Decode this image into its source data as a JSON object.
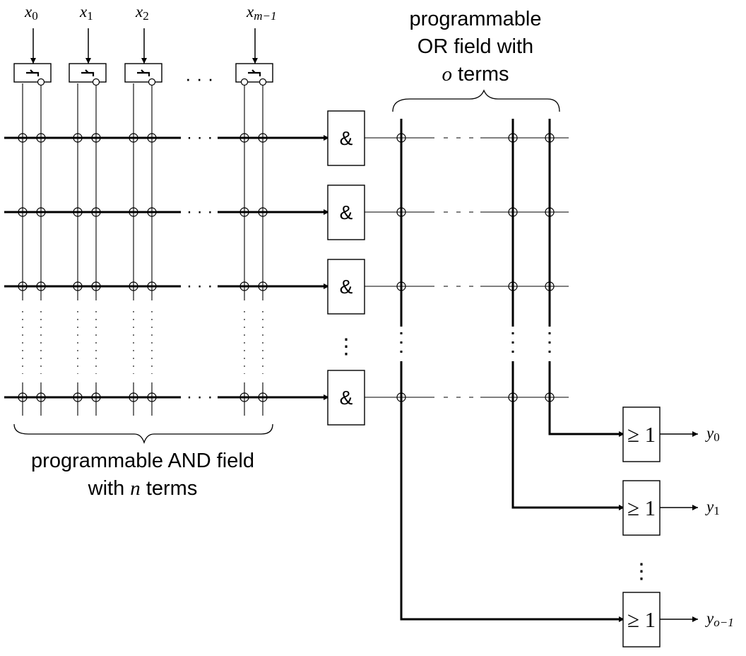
{
  "inputs": [
    {
      "name": "x",
      "sub": "0"
    },
    {
      "name": "x",
      "sub": "1"
    },
    {
      "name": "x",
      "sub": "2"
    },
    {
      "name": "x",
      "sub": "m−1"
    }
  ],
  "outputs": [
    {
      "name": "y",
      "sub": "0"
    },
    {
      "name": "y",
      "sub": "1"
    },
    {
      "name": "y",
      "sub": "o−1"
    }
  ],
  "and_gate_symbol": "&",
  "or_gate_symbol": "≥ 1",
  "or_field_label": {
    "line1": "programmable",
    "line2": "OR field with",
    "line3_var": "o",
    "line3_rest": " terms"
  },
  "and_field_label": {
    "line1": "programmable AND field",
    "line2_pre": "with ",
    "line2_var": "n",
    "line2_rest": " terms"
  },
  "ellipsis_h": "· · ·",
  "ellipsis_v": "⋮"
}
